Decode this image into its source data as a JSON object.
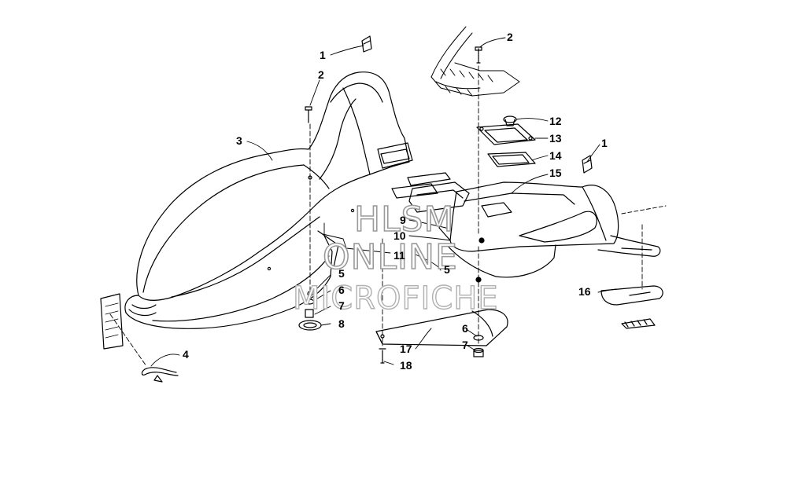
{
  "watermark": {
    "line1": "HLSM",
    "line2": "ONLINE",
    "line3": "MICROFICHE"
  },
  "callouts": [
    {
      "id": "c1a",
      "text": "1"
    },
    {
      "id": "c2a",
      "text": "2"
    },
    {
      "id": "c3",
      "text": "3"
    },
    {
      "id": "c2b",
      "text": "2"
    },
    {
      "id": "c12",
      "text": "12"
    },
    {
      "id": "c13",
      "text": "13"
    },
    {
      "id": "c14",
      "text": "14"
    },
    {
      "id": "c15",
      "text": "15"
    },
    {
      "id": "c1b",
      "text": "1"
    },
    {
      "id": "c9",
      "text": "9"
    },
    {
      "id": "c10",
      "text": "10"
    },
    {
      "id": "c11",
      "text": "11"
    },
    {
      "id": "c5a",
      "text": "5"
    },
    {
      "id": "c5b",
      "text": "5"
    },
    {
      "id": "c6a",
      "text": "6"
    },
    {
      "id": "c7a",
      "text": "7"
    },
    {
      "id": "c8",
      "text": "8"
    },
    {
      "id": "c16",
      "text": "16"
    },
    {
      "id": "c4",
      "text": "4"
    },
    {
      "id": "c6b",
      "text": "6"
    },
    {
      "id": "c7b",
      "text": "7"
    },
    {
      "id": "c17",
      "text": "17"
    },
    {
      "id": "c18",
      "text": "18"
    }
  ]
}
